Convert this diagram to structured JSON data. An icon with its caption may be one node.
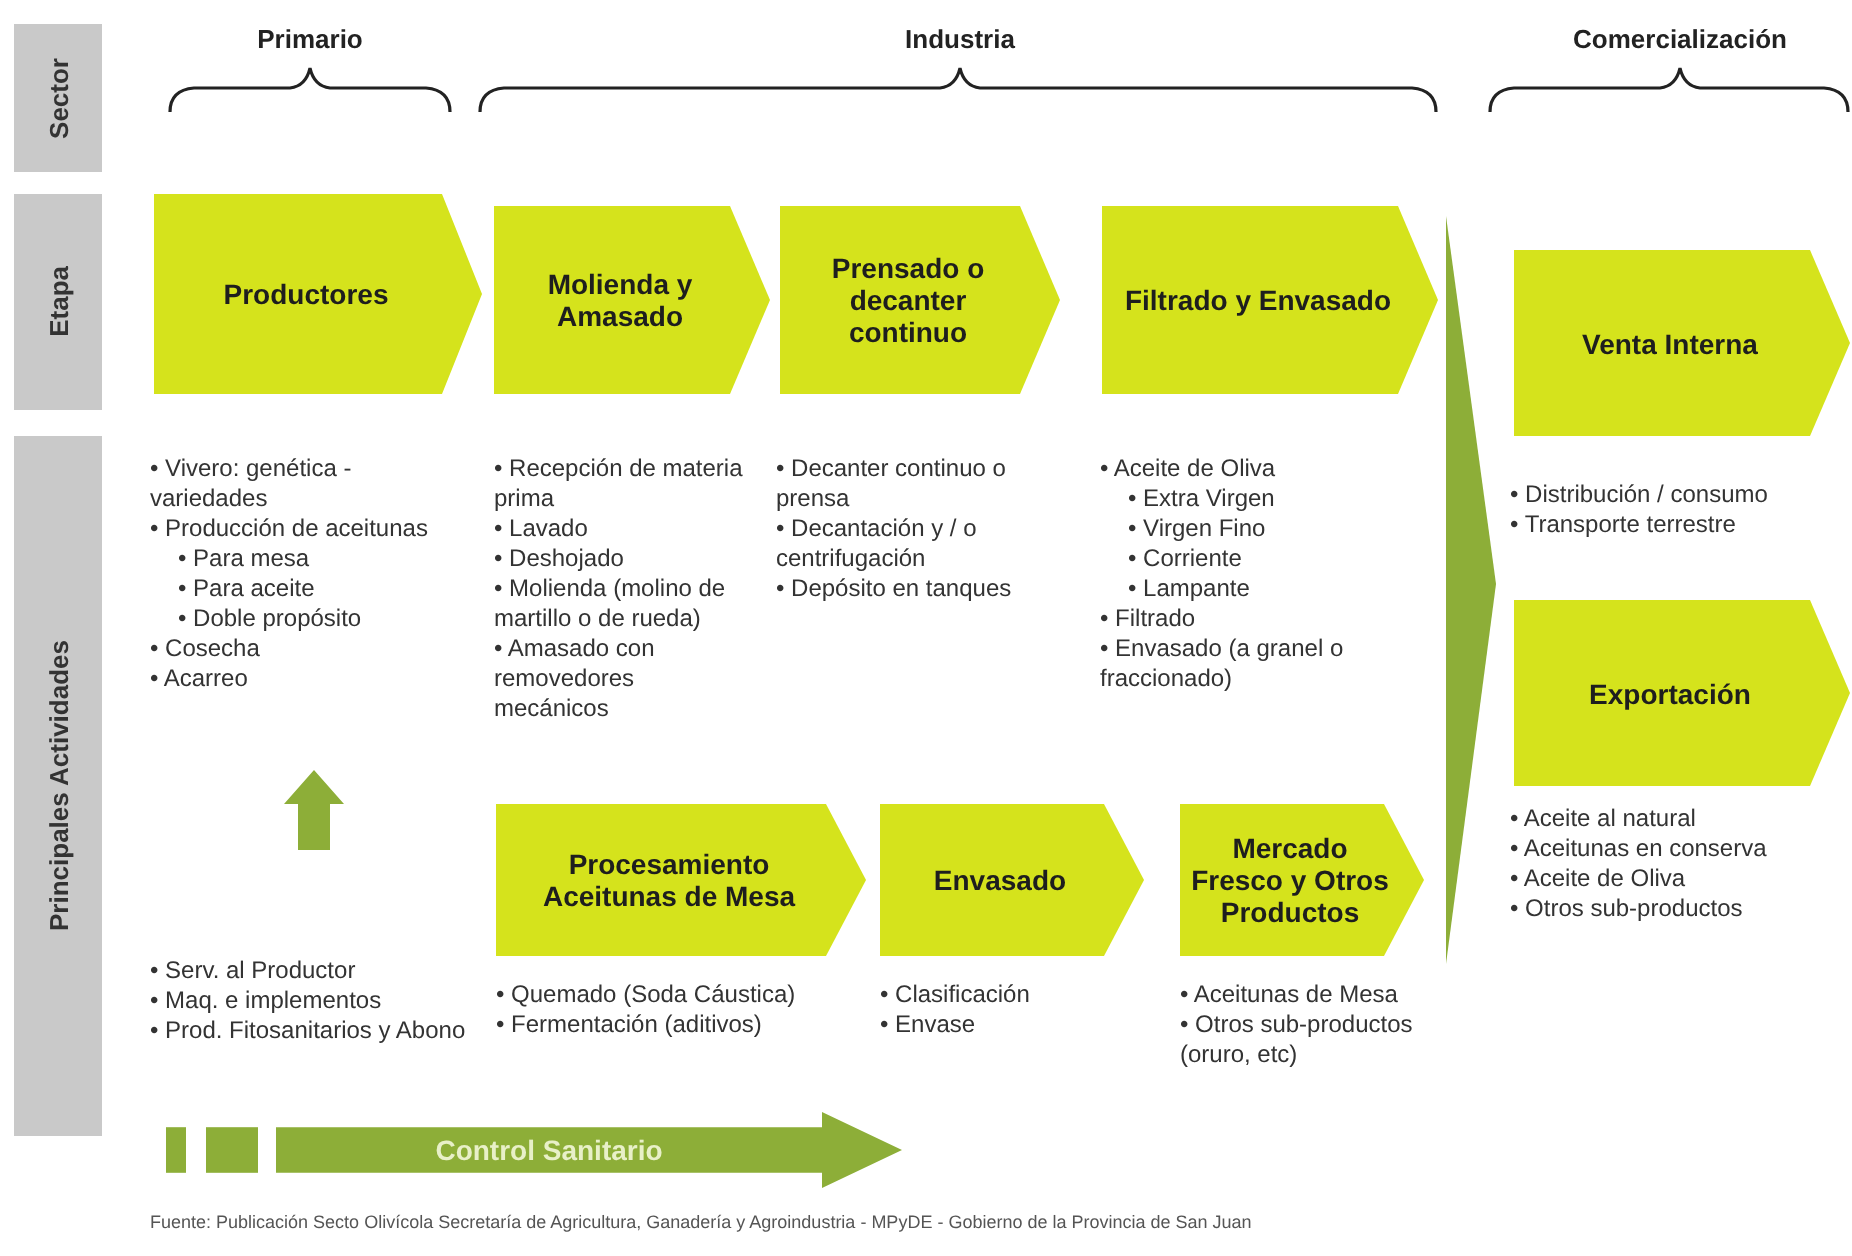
{
  "diagram": {
    "caption": "Fuente: Publicación Secto Olivícola Secretaría de Agricultura, Ganadería y Agroindustria - MPyDE - Gobierno de la Provincia de San Juan",
    "nodes": [
      {
        "text": [
          "Sector"
        ]
      },
      {
        "text": [
          "Etapa"
        ]
      },
      {
        "text": [
          "Principales Actividades"
        ]
      },
      {
        "text": [
          "Productores"
        ]
      },
      {
        "text": [
          "Molienda y Amasado"
        ]
      },
      {
        "text": [
          "Prensado o decanter continuo"
        ]
      },
      {
        "text": [
          "Filtrado y Envasado"
        ]
      },
      {
        "text": [
          "Venta Interna"
        ]
      },
      {
        "text": [
          "Exportación"
        ]
      },
      {
        "text": [
          "Procesamiento Aceitunas de Mesa"
        ]
      },
      {
        "text": [
          "Envasado"
        ]
      },
      {
        "text": [
          "Mercado Fresco y Otros Productos"
        ]
      },
      {
        "text": [
          "Control Sanitario"
        ]
      }
    ],
    "labels": [
      "Primario",
      "Industria",
      "Comercialización",
      "• Vivero: genética - variedades",
      "• Producción de aceitunas",
      "• Para mesa",
      "• Para aceite",
      "• Doble propósito",
      "• Cosecha",
      "• Acarreo",
      "• Recepción de materia prima",
      "• Lavado",
      "• Deshojado",
      "• Molienda (molino de martillo o de rueda)",
      "• Amasado con removedores mecánicos",
      "• Decanter continuo o prensa",
      "• Decantación y / o centrifugación",
      "• Depósito en tanques",
      "• Aceite de Oliva",
      "• Extra Virgen",
      "• Virgen Fino",
      "• Corriente",
      "• Lampante",
      "• Filtrado",
      "• Envasado (a granel o fraccionado)",
      "• Distribución / consumo",
      "• Transporte terrestre",
      "• Aceite al natural",
      "• Aceitunas en conserva",
      "• Aceite de Oliva",
      "• Otros sub-productos",
      "• Serv. al Productor",
      "• Maq. e implementos",
      "• Prod. Fitosanitarios y Abono",
      "• Quemado (Soda Cáustica)",
      "• Fermentación (aditivos)",
      "• Clasificación",
      "• Envase",
      "• Aceitunas de Mesa",
      "• Otros sub-productos (oruro, etc)"
    ]
  }
}
